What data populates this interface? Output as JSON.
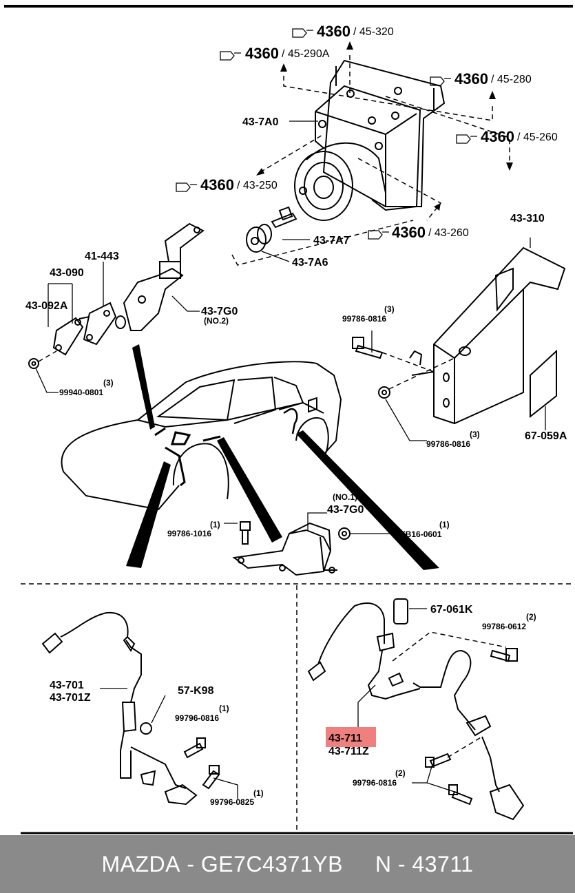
{
  "labels": {
    "ref_4360": "4360",
    "ref_45_320": "/ 45-320",
    "ref_45_290a": "/ 45-290A",
    "ref_45_280": "/ 45-280",
    "ref_45_260": "/ 45-260",
    "ref_43_250": "/ 43-250",
    "ref_43_260": "/ 43-260",
    "p43_7a0": "43-7A0",
    "p43_7a7": "43-7A7",
    "p43_7a6": "43-7A6",
    "p43_310": "43-310",
    "p41_443": "41-443",
    "p43_090": "43-090",
    "p43_092a": "43-092A",
    "p43_7g0": "43-7G0",
    "no2": "(NO.2)",
    "no1": "(NO.1)",
    "q3": "(3)",
    "q1": "(1)",
    "q2": "(2)",
    "p99786_0816": "99786-0816",
    "p99940_0801": "99940-0801",
    "p67_059a": "67-059A",
    "p99786_1016": "99786-1016",
    "p9yb16_0601": "9YB16-0601",
    "p43_701": "43-701",
    "p43_701z": "43-701Z",
    "p57_k98": "57-K98",
    "p99796_0816": "99796-0816",
    "p99796_0825": "99796-0825",
    "p67_061k": "67-061K",
    "p99786_0612": "99786-0612",
    "p43_711": "43-711",
    "p43_711z": "43-711Z"
  },
  "highlight_color": "#f08080",
  "footer": {
    "brand": "MAZDA",
    "separator": "-",
    "part_number": "GE7C4371YB",
    "gap": "N",
    "catalog_number": "43711"
  }
}
